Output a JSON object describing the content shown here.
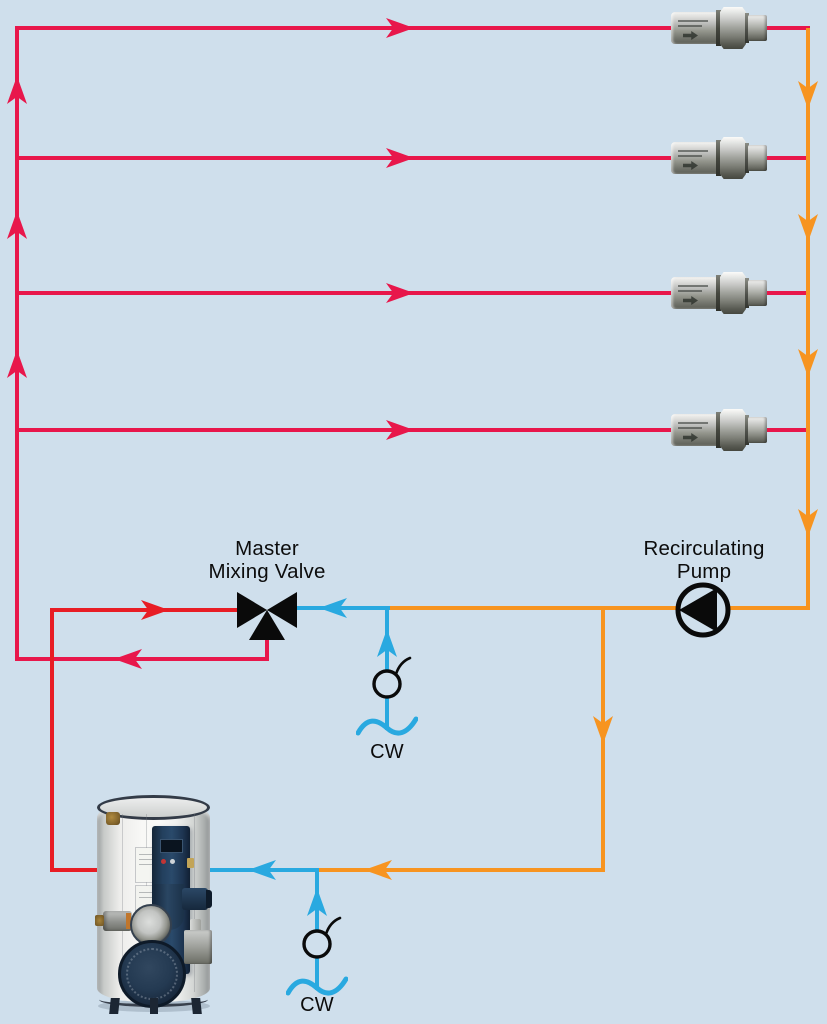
{
  "labels": {
    "mixing_valve": {
      "line1": "Master",
      "line2": "Mixing Valve"
    },
    "recirculating_pump": {
      "line1": "Recirculating",
      "line2": "Pump"
    },
    "cold_water_supply_upper": "CW",
    "cold_water_supply_lower": "CW"
  },
  "colors": {
    "background": "#cfdfec",
    "hot_water": "#e81d25",
    "tempered_water": "#e8174b",
    "return_water": "#f79420",
    "cold_water": "#29a9e0",
    "symbol_black": "#0a0a0a"
  },
  "icons": {
    "recirculating_pump": "circle-with-left-triangle",
    "mixing_valve": "three-way-bowtie-valve",
    "shutoff_valve": "circle-with-curved-handle",
    "pipe_break": "wave-squiggle",
    "balancing_valve": "inline-stainless-cartridge",
    "flow_arrow": "chevron-arrowhead"
  }
}
